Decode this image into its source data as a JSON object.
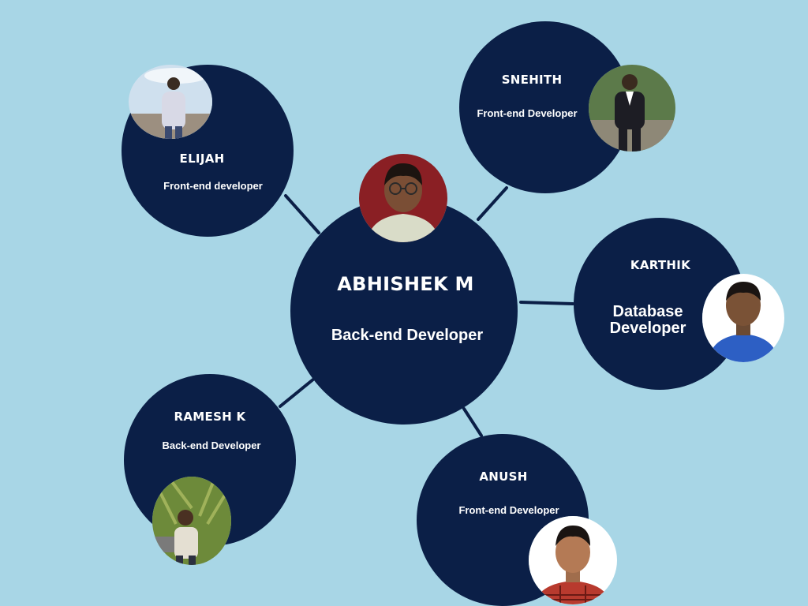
{
  "colors": {
    "background": "#a8d6e6",
    "node": "#0b1f47",
    "text": "#ffffff",
    "connector": "#0b1f47"
  },
  "center": {
    "name": "ABHISHEK M",
    "role": "Back-end Developer",
    "photo_icon": "person-photo-icon"
  },
  "members": [
    {
      "name": "ELIJAH",
      "role": "Front-end developer",
      "photo_icon": "person-photo-icon"
    },
    {
      "name": "SNEHITH",
      "role": "Front-end Developer",
      "photo_icon": "person-photo-icon"
    },
    {
      "name": "KARTHIK",
      "role": "Database Developer",
      "photo_icon": "person-photo-icon"
    },
    {
      "name": "RAMESH K",
      "role": "Back-end Developer",
      "photo_icon": "person-photo-icon"
    },
    {
      "name": "ANUSH",
      "role": "Front-end Developer",
      "photo_icon": "person-photo-icon"
    }
  ]
}
